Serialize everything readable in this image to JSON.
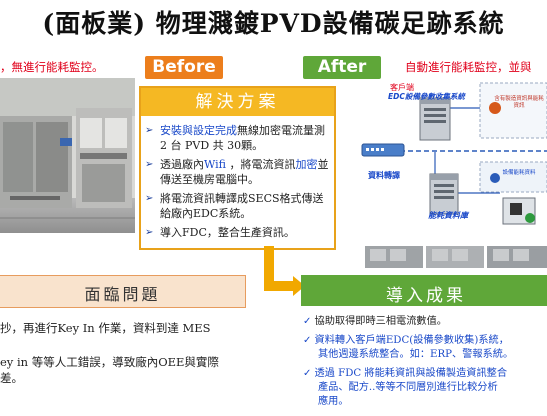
{
  "title": "(面板業) 物理濺鍍PVD設備碳足跡系統",
  "before_caption": "，無進行能耗監控。",
  "after_caption": "自動進行能耗監控，並與",
  "before_label": "Before",
  "after_label": "After",
  "solution": {
    "heading": "解決方案",
    "items": [
      {
        "parts": [
          {
            "t": "安裝與設定完成",
            "blue": true
          },
          {
            "t": "無線加密電流量測 2 台 PVD 共 30顆。",
            "blue": false
          }
        ]
      },
      {
        "parts": [
          {
            "t": "透過廠內",
            "blue": false
          },
          {
            "t": "Wifi",
            "blue": true
          },
          {
            "t": " ，將電流資訊",
            "blue": false
          },
          {
            "t": "加密",
            "blue": true
          },
          {
            "t": "並傳送至機房電腦中。",
            "blue": false
          }
        ]
      },
      {
        "parts": [
          {
            "t": "將電流資訊轉譯成SECS格式傳送給廠內EDC系統。",
            "blue": false
          }
        ]
      },
      {
        "parts": [
          {
            "t": "導入FDC，整合生產資訊。",
            "blue": false
          }
        ]
      }
    ]
  },
  "problems": {
    "heading": "面臨問題",
    "lines": [
      "抄，再進行Key In 作業，資料到達 MES",
      "ey in 等等人工錯誤，導致廠內OEE與實際",
      "差。"
    ]
  },
  "results": {
    "heading": "導入成果",
    "items": [
      {
        "lines": [
          {
            "text": "協助取得即時三相電流數值。",
            "blue": false
          }
        ]
      },
      {
        "lines": [
          {
            "text": "資料轉入客戶端EDC(設備參數收集)系統，",
            "blue": true
          },
          {
            "text": "其他週邊系統整合。如：ERP、警報系統。",
            "blue": true
          }
        ]
      },
      {
        "lines": [
          {
            "text": "透過 FDC 將能耗資訊與設備製造資訊整合",
            "blue": true
          },
          {
            "text": "產品、配方..等等不同層別進行比較分析",
            "blue": true
          },
          {
            "text": "應用。",
            "blue": true
          }
        ]
      }
    ]
  },
  "diagram": {
    "client_label": "客戶端",
    "edc_label": "EDC設備參數收集系統",
    "translate_label": "資料轉譯",
    "db_label": "能耗資料庫",
    "note1": "含有製造資訊與能耗資訊",
    "note2": "設備能耗資料"
  },
  "colors": {
    "before": "#ec7e1c",
    "after": "#5fa739",
    "solution_header": "#f5b823",
    "caption_red": "#e0001b",
    "accent_blue": "#1a49c9"
  }
}
